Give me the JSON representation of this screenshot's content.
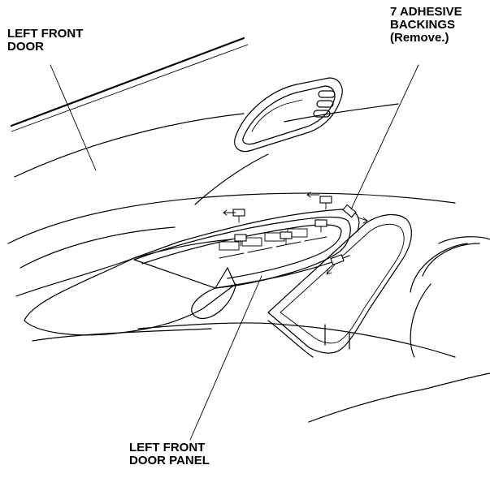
{
  "callouts": {
    "door": {
      "line1": "LEFT FRONT",
      "line2": "DOOR"
    },
    "backings": {
      "line1": "7 ADHESIVE",
      "line2": "BACKINGS",
      "line3": "(Remove.)"
    },
    "panel": {
      "line1": "LEFT FRONT",
      "line2": "DOOR PANEL"
    }
  },
  "adhesive_backing_count": 7,
  "colors": {
    "ink": "#000000",
    "paper": "#ffffff"
  }
}
